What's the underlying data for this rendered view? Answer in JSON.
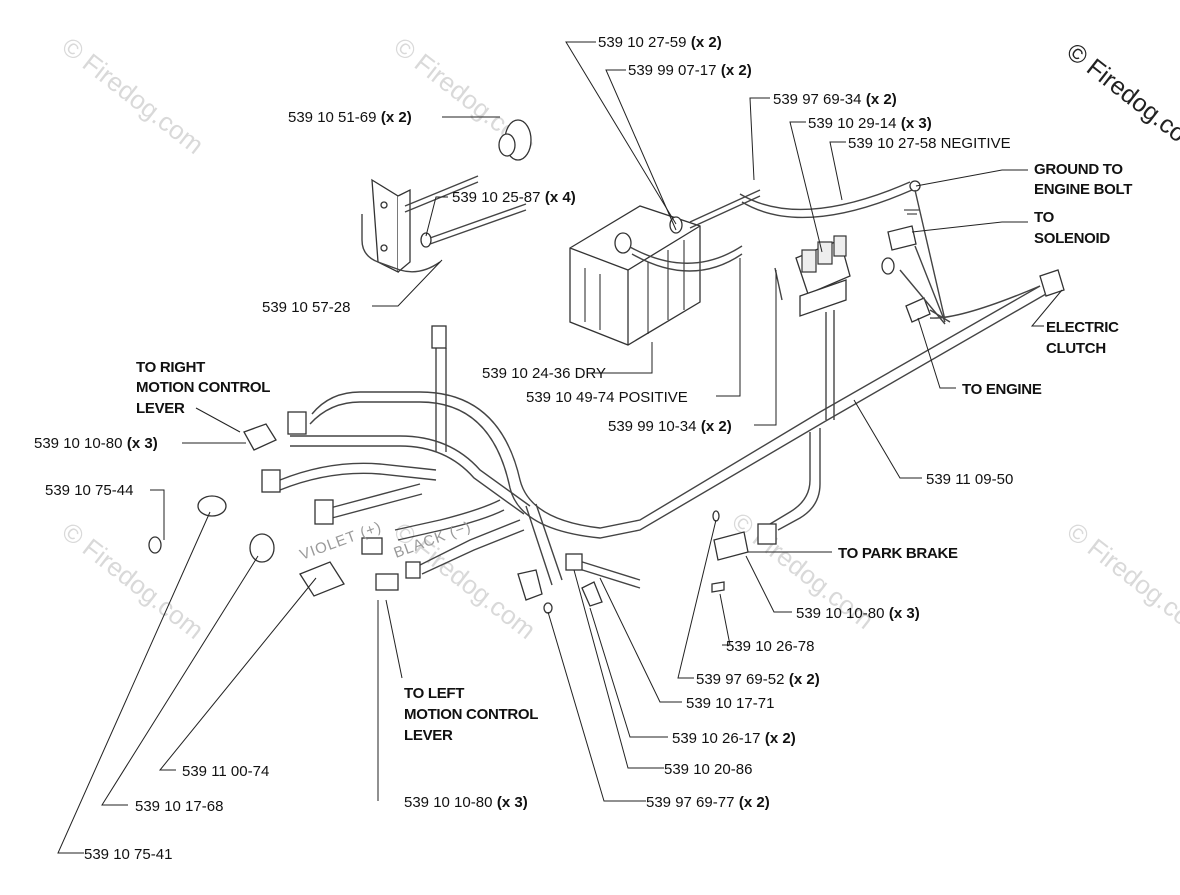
{
  "watermark": {
    "text": "© Firedog.com",
    "corner_text": "© Firedog.co"
  },
  "wire_labels": {
    "violet": "VIOLET (+)",
    "black": "BLACK (−)"
  },
  "parts": [
    {
      "id": "p1",
      "number": "539 10 27-59",
      "qty": "(x 2)"
    },
    {
      "id": "p2",
      "number": "539 99 07-17",
      "qty": "(x 2)"
    },
    {
      "id": "p3",
      "number": "539 97 69-34",
      "qty": "(x 2)"
    },
    {
      "id": "p4",
      "number": "539 10 29-14",
      "qty": "(x 3)"
    },
    {
      "id": "p5",
      "number": "539 10 27-58 NEGITIVE",
      "qty": ""
    },
    {
      "id": "p6",
      "number": "539 10 51-69",
      "qty": "(x 2)"
    },
    {
      "id": "p7",
      "number": "539 10 25-87",
      "qty": "(x 4)"
    },
    {
      "id": "p8",
      "number": "539 10 57-28",
      "qty": ""
    },
    {
      "id": "p9",
      "number": "539 10 24-36 DRY",
      "qty": ""
    },
    {
      "id": "p10",
      "number": "539 10 49-74 POSITIVE",
      "qty": ""
    },
    {
      "id": "p11",
      "number": "539 99 10-34",
      "qty": "(x 2)"
    },
    {
      "id": "p12",
      "number": "539 10 10-80",
      "qty": "(x 3)"
    },
    {
      "id": "p13",
      "number": "539 10 75-44",
      "qty": ""
    },
    {
      "id": "p14",
      "number": "539 11 09-50",
      "qty": ""
    },
    {
      "id": "p15",
      "number": "539 10 10-80",
      "qty": "(x 3)"
    },
    {
      "id": "p16",
      "number": "539 10 26-78",
      "qty": ""
    },
    {
      "id": "p17",
      "number": "539 97 69-52",
      "qty": "(x 2)"
    },
    {
      "id": "p18",
      "number": "539 10 17-71",
      "qty": ""
    },
    {
      "id": "p19",
      "number": "539 10 26-17",
      "qty": "(x 2)"
    },
    {
      "id": "p20",
      "number": "539 10 20-86",
      "qty": ""
    },
    {
      "id": "p21",
      "number": "539 97 69-77",
      "qty": "(x 2)"
    },
    {
      "id": "p22",
      "number": "539 11 00-74",
      "qty": ""
    },
    {
      "id": "p23",
      "number": "539 10 17-68",
      "qty": ""
    },
    {
      "id": "p24",
      "number": "539 10 10-80",
      "qty": "(x 3)"
    },
    {
      "id": "p25",
      "number": "539 10 75-41",
      "qty": ""
    }
  ],
  "callouts": {
    "ground": [
      "GROUND TO",
      "ENGINE BOLT"
    ],
    "solenoid": [
      "TO",
      "SOLENOID"
    ],
    "clutch": [
      "ELECTRIC",
      "CLUTCH"
    ],
    "engine": [
      "TO ENGINE"
    ],
    "park_brake": [
      "TO PARK BRAKE"
    ],
    "right_lever": [
      "TO RIGHT",
      "MOTION CONTROL",
      "LEVER"
    ],
    "left_lever": [
      "TO LEFT",
      "MOTION CONTROL",
      "LEVER"
    ]
  }
}
